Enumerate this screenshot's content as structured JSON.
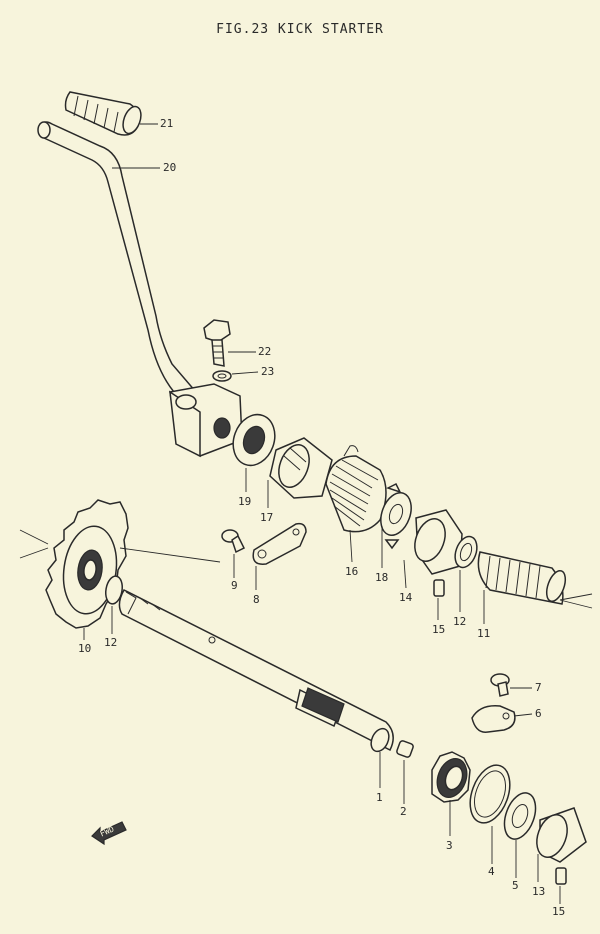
{
  "figure": {
    "title": "FIG.23  KICK STARTER",
    "direction_label": "FWD"
  },
  "callouts": [
    {
      "id": "c21",
      "label": "21"
    },
    {
      "id": "c20",
      "label": "20"
    },
    {
      "id": "c22",
      "label": "22"
    },
    {
      "id": "c23",
      "label": "23"
    },
    {
      "id": "c19",
      "label": "19"
    },
    {
      "id": "c17",
      "label": "17"
    },
    {
      "id": "c16",
      "label": "16"
    },
    {
      "id": "c18",
      "label": "18"
    },
    {
      "id": "c14",
      "label": "14"
    },
    {
      "id": "c15a",
      "label": "15"
    },
    {
      "id": "c12a",
      "label": "12"
    },
    {
      "id": "c11",
      "label": "11"
    },
    {
      "id": "c9",
      "label": "9"
    },
    {
      "id": "c8",
      "label": "8"
    },
    {
      "id": "c10",
      "label": "10"
    },
    {
      "id": "c12b",
      "label": "12"
    },
    {
      "id": "c7",
      "label": "7"
    },
    {
      "id": "c6",
      "label": "6"
    },
    {
      "id": "c1",
      "label": "1"
    },
    {
      "id": "c2",
      "label": "2"
    },
    {
      "id": "c3",
      "label": "3"
    },
    {
      "id": "c4",
      "label": "4"
    },
    {
      "id": "c5",
      "label": "5"
    },
    {
      "id": "c13",
      "label": "13"
    },
    {
      "id": "c15b",
      "label": "15"
    }
  ]
}
